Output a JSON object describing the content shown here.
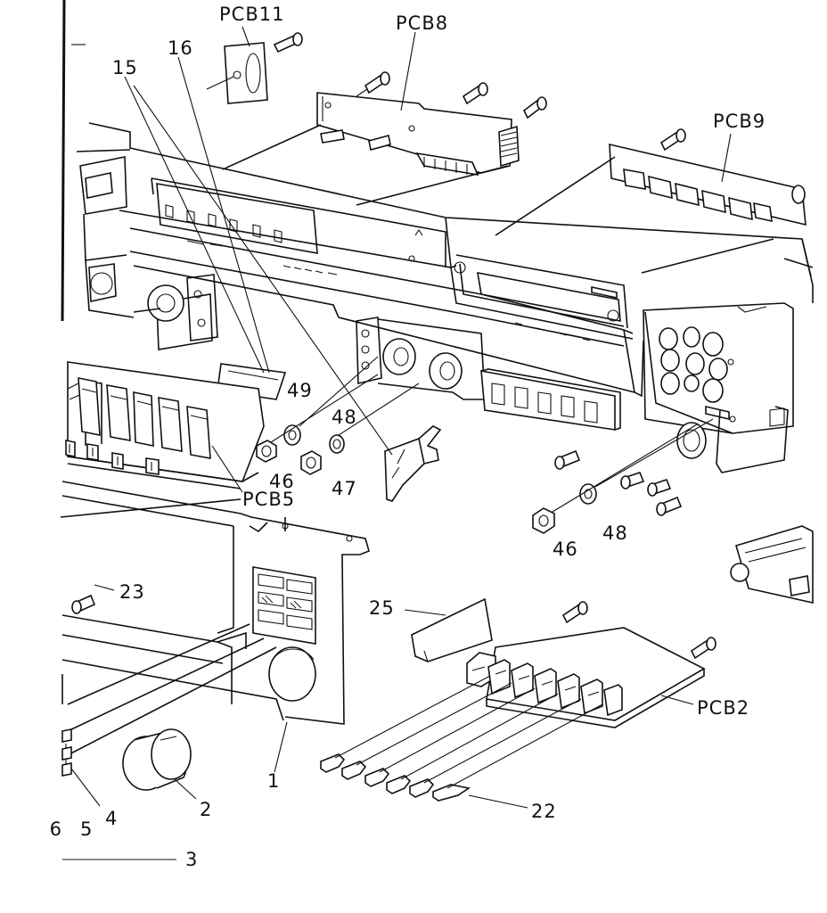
{
  "labels": {
    "pcb11": "PCB11",
    "pcb8": "PCB8",
    "pcb9": "PCB9",
    "pcb5": "PCB5",
    "pcb2": "PCB2",
    "n15": "15",
    "n16": "16",
    "n49": "49",
    "n48a": "48",
    "n48b": "48",
    "n46a": "46",
    "n46b": "46",
    "n47": "47",
    "n23": "23",
    "n25": "25",
    "n1": "1",
    "n2": "2",
    "n3": "3",
    "n4": "4",
    "n5": "5",
    "n6": "6",
    "n22": "22"
  }
}
